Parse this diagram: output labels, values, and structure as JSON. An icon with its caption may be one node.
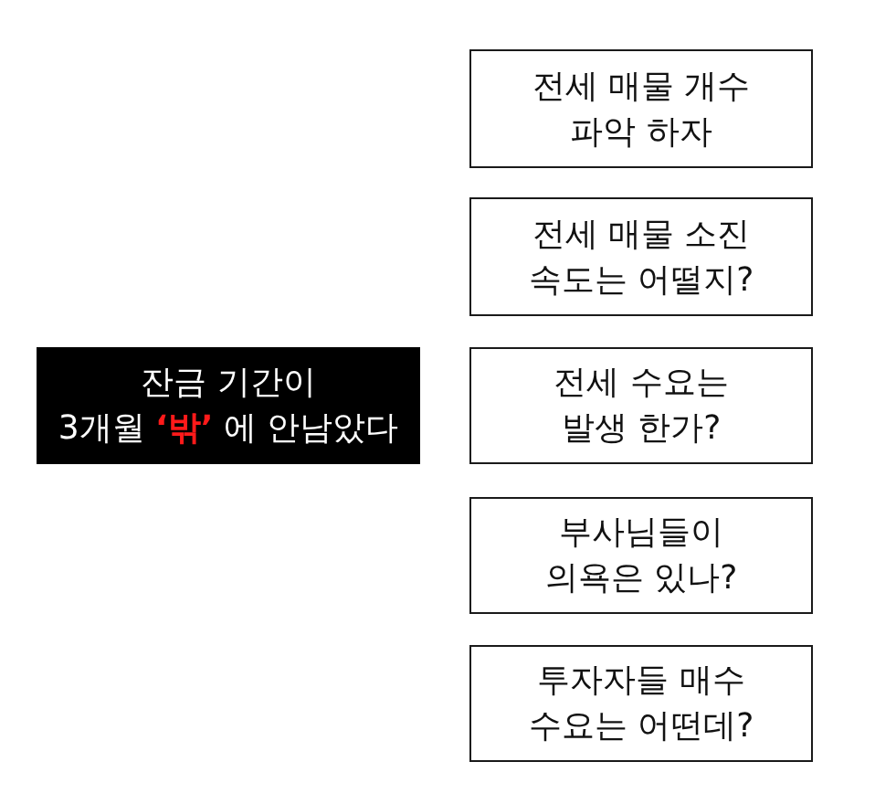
{
  "diagram": {
    "nodes": [
      {
        "text": [
          "잔금 기간이 3개월 **‘밖’** 에 안남았다"
        ]
      },
      {
        "text": [
          "전세 매물 개수 파악 하자"
        ]
      },
      {
        "text": [
          "전세 매물 소진 속도는 어떨지?"
        ]
      },
      {
        "text": [
          "전세 수요는 발생 한가?"
        ]
      },
      {
        "text": [
          "부사님들이 의욕은 있나?"
        ]
      },
      {
        "text": [
          "투자자들 매수 수요는 어떤데?"
        ]
      }
    ]
  }
}
